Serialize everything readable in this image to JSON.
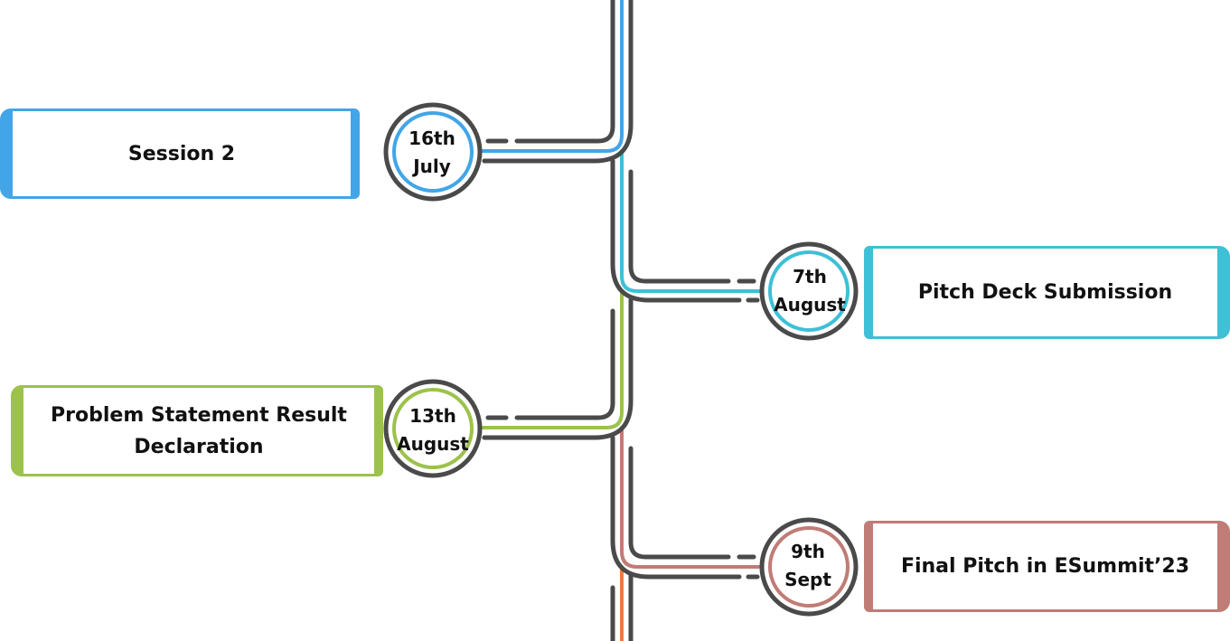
{
  "milestones": [
    {
      "title": "Session 2",
      "date_line1": "16th",
      "date_line2": "July",
      "color": "#42a5e8",
      "side": "left"
    },
    {
      "title": "Pitch Deck Submission",
      "date_line1": "7th",
      "date_line2": "August",
      "color": "#3ec0d6",
      "side": "right"
    },
    {
      "title": "Problem Statement Result Declaration",
      "date_line1": "13th",
      "date_line2": "August",
      "color": "#9cc24c",
      "side": "left"
    },
    {
      "title": "Final Pitch in ESummit’23",
      "date_line1": "9th",
      "date_line2": "Sept",
      "color": "#c07c76",
      "side": "right"
    }
  ],
  "colors": {
    "track": "#4a4a4a",
    "tail": "#f07848"
  }
}
